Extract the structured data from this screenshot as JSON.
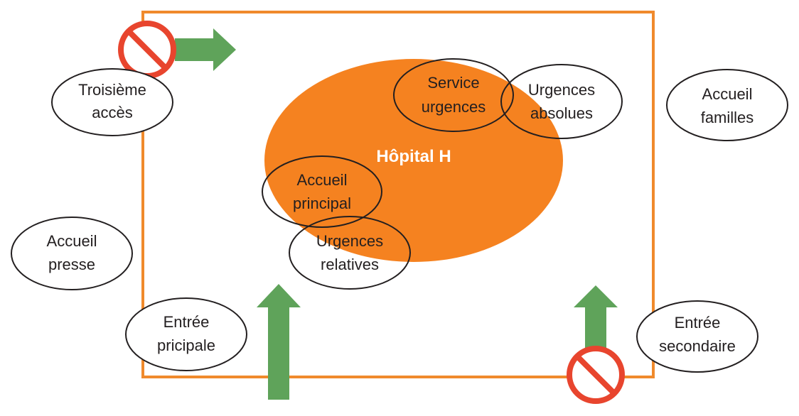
{
  "colors": {
    "frame": "#f08a2c",
    "hospital_fill": "#f58220",
    "arrow": "#5fa35a",
    "no_entry": "#e8452e",
    "outline": "#231f20"
  },
  "hospital": {
    "label": "Hôpital H"
  },
  "zones": {
    "troisieme_acces": {
      "line1": "Troisième",
      "line2": "accès"
    },
    "service_urgences": {
      "line1": "Service",
      "line2": "urgences"
    },
    "urgences_absolues": {
      "line1": "Urgences",
      "line2": "absolues"
    },
    "accueil_familles": {
      "line1": "Accueil",
      "line2": "familles"
    },
    "accueil_principal": {
      "line1": "Accueil",
      "line2": "principal"
    },
    "urgences_relatives": {
      "line1": "Urgences",
      "line2": "relatives"
    },
    "accueil_presse": {
      "line1": "Accueil",
      "line2": "presse"
    },
    "entree_principale": {
      "line1": "Entrée",
      "line2": "pricipale"
    },
    "entree_secondaire": {
      "line1": "Entrée",
      "line2": "secondaire"
    }
  },
  "icons": {
    "arrow": "arrow-icon",
    "no_entry": "no-entry-icon"
  }
}
